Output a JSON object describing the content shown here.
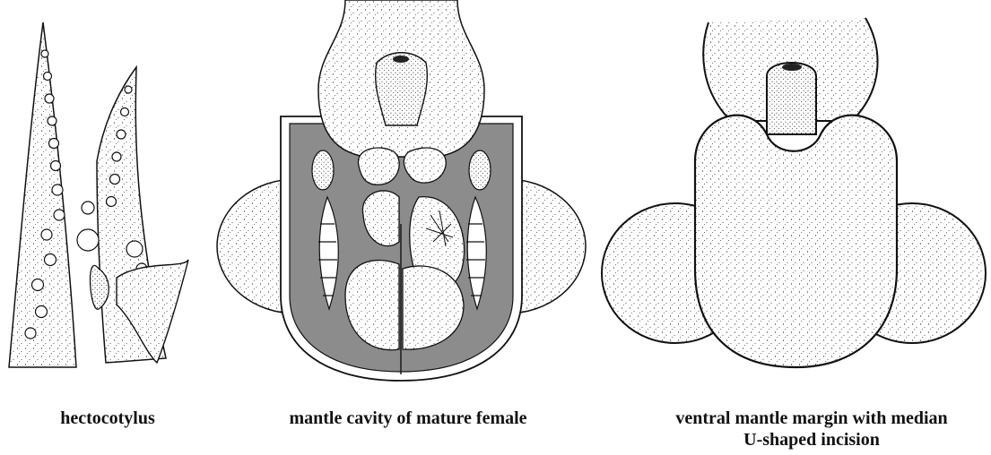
{
  "figures": [
    {
      "caption": "hectocotylus"
    },
    {
      "caption": "mantle cavity of mature female"
    },
    {
      "caption_line1": "ventral mantle margin with median",
      "caption_line2": "U-shaped incision"
    }
  ]
}
